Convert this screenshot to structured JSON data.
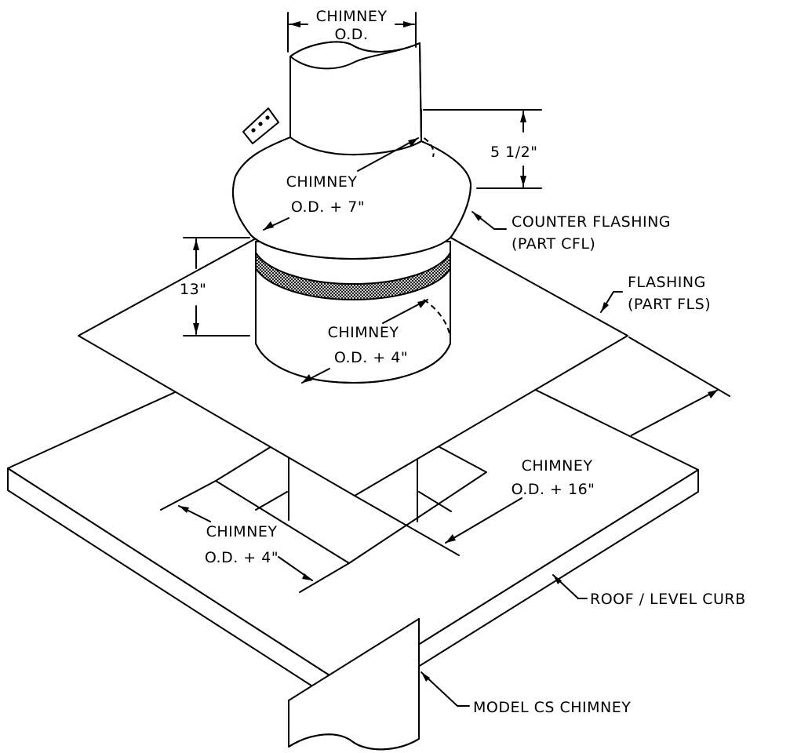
{
  "labels": {
    "top_od_line1": "CHIMNEY",
    "top_od_line2": "O.D.",
    "height_5_5": "5 1/2\"",
    "cf_line1": "CHIMNEY",
    "cf_line2": "O.D. + 7\"",
    "counter_flashing_line1": "COUNTER FLASHING",
    "counter_flashing_line2": "(PART CFL)",
    "height_13": "13\"",
    "flashing_line1": "FLASHING",
    "flashing_line2": "(PART FLS)",
    "collar_line1": "CHIMNEY",
    "collar_line2": "O.D. + 4\"",
    "plate_line1": "CHIMNEY",
    "plate_line2": "O.D. + 16\"",
    "hole_line1": "CHIMNEY",
    "hole_line2": "O.D. + 4\"",
    "roof_curb": "ROOF / LEVEL CURB",
    "model_chimney": "MODEL CS CHIMNEY"
  },
  "colors": {
    "line": "#000000",
    "background": "#ffffff"
  }
}
